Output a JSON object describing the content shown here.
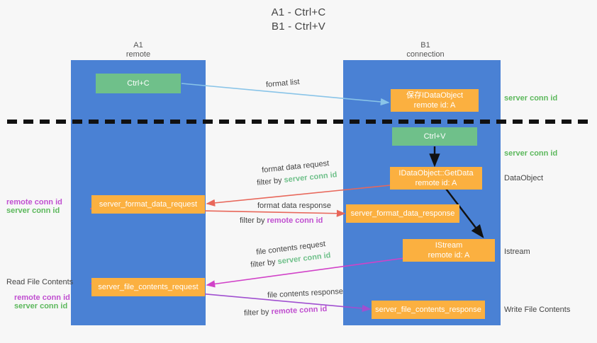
{
  "title": {
    "line1": "A1 - Ctrl+C",
    "line2": "B1 - Ctrl+V"
  },
  "columns": [
    {
      "name": "A1",
      "role": "remote"
    },
    {
      "name": "B1",
      "role": "connection"
    }
  ],
  "nodes": {
    "ctrl_c": "Ctrl+C",
    "ctrl_v": "Ctrl+V",
    "save_idataobject": {
      "title": "保存IDataObject",
      "sub": "remote id: A"
    },
    "getdata": {
      "title": "IDataObject::GetData",
      "sub": "remote id: A"
    },
    "istream": {
      "title": "IStream",
      "sub": "remote id: A"
    },
    "server_format_data_request": "server_format_data_request",
    "server_format_data_response": "server_format_data_response",
    "server_file_contents_request": "server_file_contents_request",
    "server_file_contents_response": "server_file_contents_response"
  },
  "edge_labels": {
    "format_list": "format list",
    "format_data_request": "format data request",
    "format_data_response": "format data response",
    "file_contents_request": "file contents request",
    "file_contents_response": "file contents response",
    "filter_by": "filter by ",
    "server_conn_id": "server conn id",
    "remote_conn_id": "remote conn id"
  },
  "right_annotations": {
    "server_conn_id_top": "server conn id",
    "server_conn_id_mid": "server conn id",
    "dataobject": "DataObject",
    "istream": "Istream",
    "write_file_contents": "Write File Contents"
  },
  "left_annotations": {
    "remote_conn_id_1": "remote conn id",
    "server_conn_id_1": "server conn id",
    "read_file_contents": "Read File Contents",
    "remote_conn_id_2": "remote conn id",
    "server_conn_id_2": "server conn id"
  },
  "colors": {
    "lane": "#4a81d4",
    "green_box": "#6fc08a",
    "orange_box": "#fbb040",
    "green_text": "#5cb85c",
    "purple_text": "#c04fd0",
    "blue_arrow": "#89c4e8",
    "red_arrow": "#e8675a",
    "black_arrow": "#111111",
    "magenta_arrow": "#d142c8",
    "purple_arrow": "#a04fd0",
    "divider": "#111111",
    "background": "#f7f7f7"
  }
}
